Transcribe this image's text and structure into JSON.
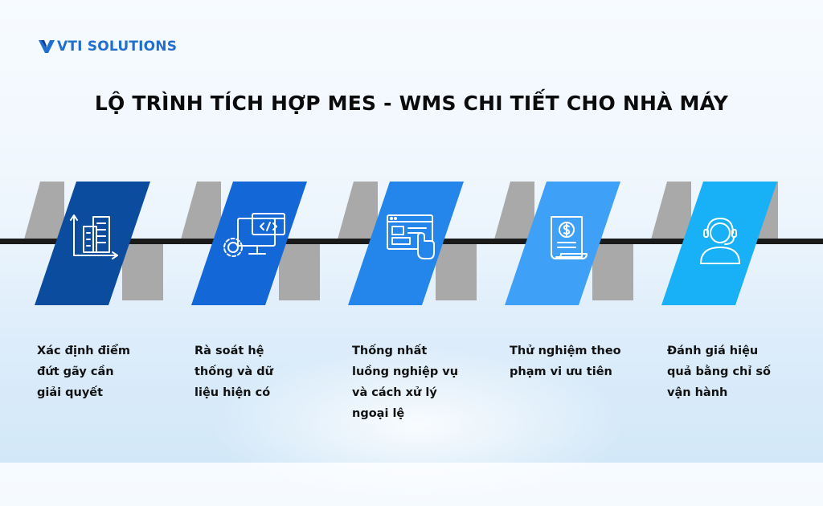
{
  "brand": {
    "logo_text": "VTI SOLUTIONS",
    "color": "#1f6fd1"
  },
  "title": "LỘ TRÌNH TÍCH HỢP MES - WMS CHI TIẾT CHO NHÀ MÁY",
  "timeline": {
    "line_color": "#1a1a1a",
    "shadow_color": "#a9a9a9"
  },
  "steps": [
    {
      "icon": "building-chart-icon",
      "color": "#0c4c9e",
      "lines": [
        "Xác định điểm",
        "đứt gãy cần",
        "giải quyết"
      ]
    },
    {
      "icon": "computer-settings-icon",
      "color": "#1467d6",
      "lines": [
        "Rà soát hệ",
        "thống và dữ",
        "liệu hiện có"
      ]
    },
    {
      "icon": "web-interface-click-icon",
      "color": "#2486ea",
      "lines": [
        "Thống nhất",
        "luồng nghiệp vụ",
        "và cách xử lý",
        "ngoại lệ"
      ]
    },
    {
      "icon": "dollar-receipt-icon",
      "color": "#3ea0f7",
      "lines": [
        "Thử nghiệm theo",
        "phạm vi ưu tiên"
      ]
    },
    {
      "icon": "customer-support-headset-icon",
      "color": "#18b1f7",
      "lines": [
        "Đánh giá hiệu",
        "quả bằng chỉ số",
        "vận hành"
      ]
    }
  ]
}
